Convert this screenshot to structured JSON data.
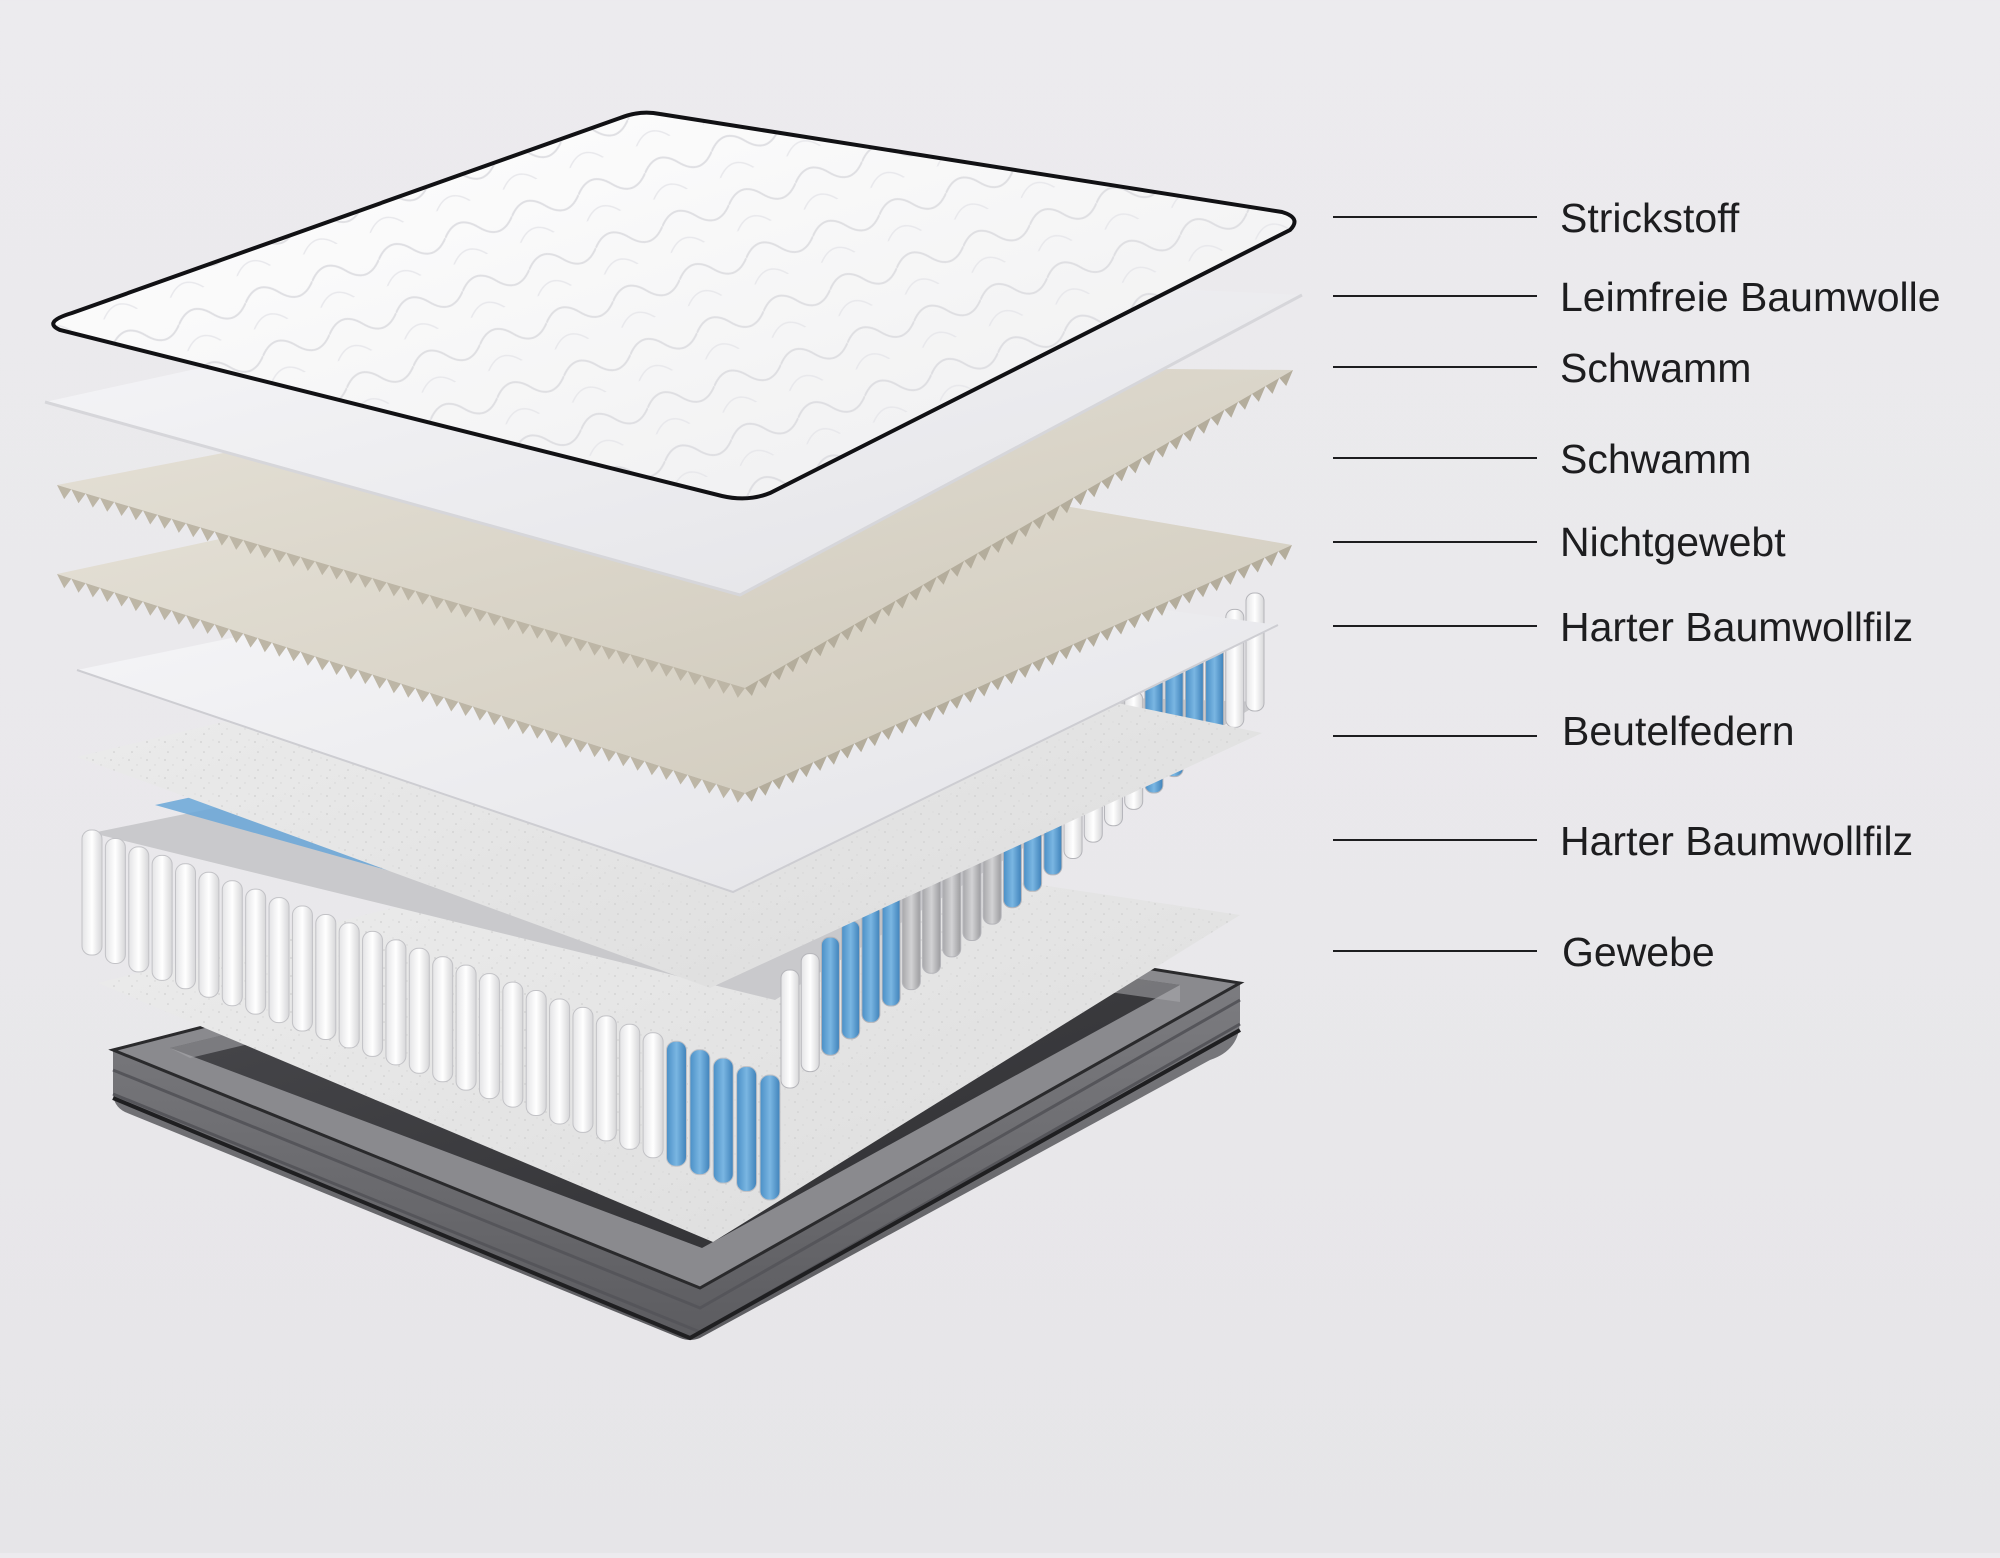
{
  "diagram": {
    "labels": [
      {
        "id": "strickstoff",
        "text": "Strickstoff"
      },
      {
        "id": "leimfreie-baumwolle",
        "text": "Leimfreie Baumwolle"
      },
      {
        "id": "schwamm-1",
        "text": "Schwamm"
      },
      {
        "id": "schwamm-2",
        "text": "Schwamm"
      },
      {
        "id": "nichtgewebt",
        "text": "Nichtgewebt"
      },
      {
        "id": "harter-baumwollfilz-1",
        "text": "Harter Baumwollfilz"
      },
      {
        "id": "beutelfedern",
        "text": "Beutelfedern"
      },
      {
        "id": "harter-baumwollfilz-2",
        "text": "Harter Baumwollfilz"
      },
      {
        "id": "gewebe",
        "text": "Gewebe"
      }
    ]
  },
  "colors": {
    "background": "#eae9ec",
    "foam": "#d9d4c8",
    "pad": "#f1f1f3",
    "felt": "#e4e3e3",
    "spring_white": "#f4f4f4",
    "spring_blue": "#5b9fd3",
    "spring_gray": "#b8b8ba",
    "base_fabric": "#6e6e72",
    "base_inner": "#3b3b3e",
    "leader_line": "#1d1d1f"
  }
}
